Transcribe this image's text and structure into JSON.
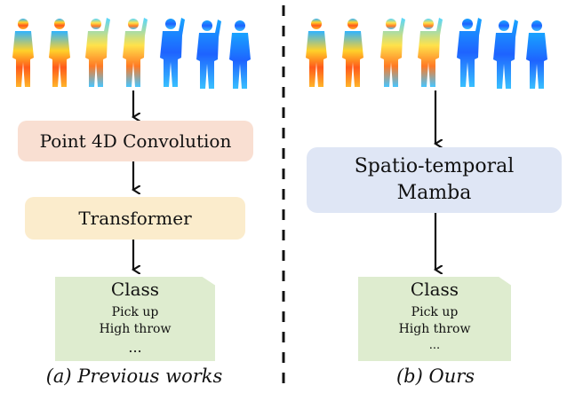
{
  "left_panel": {
    "step1": "Point 4D Convolution",
    "step2": "Transformer",
    "class_title": "Class",
    "class_items": [
      "Pick up",
      "High throw",
      "..."
    ],
    "caption": "(a) Previous works"
  },
  "right_panel": {
    "step1_line1": "Spatio-temporal",
    "step1_line2": "Mamba",
    "class_title": "Class",
    "class_items": [
      "Pick up",
      "High throw",
      "..."
    ],
    "caption": "(b) Ours"
  },
  "colors": {
    "conv": "#f9dfd2",
    "transformer": "#fbeccc",
    "mamba": "#dfe6f5",
    "class": "#deeccf"
  }
}
